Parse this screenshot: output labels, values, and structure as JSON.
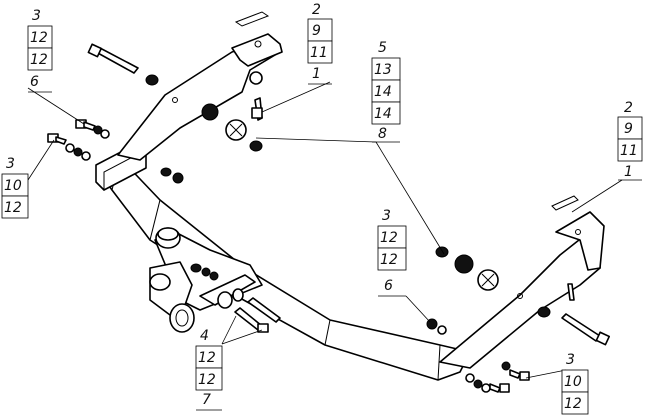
{
  "callouts": [
    {
      "id": "top-left",
      "values": [
        "3",
        "12",
        "12",
        "6"
      ]
    },
    {
      "id": "left",
      "values": [
        "3",
        "10",
        "12"
      ]
    },
    {
      "id": "top-middle",
      "values": [
        "2",
        "9",
        "11",
        "1"
      ]
    },
    {
      "id": "center",
      "values": [
        "5",
        "13",
        "14",
        "14",
        "8"
      ]
    },
    {
      "id": "right",
      "values": [
        "2",
        "9",
        "11",
        "1"
      ]
    },
    {
      "id": "middle",
      "values": [
        "3",
        "12",
        "12",
        "6"
      ]
    },
    {
      "id": "bottom-left",
      "values": [
        "4",
        "12",
        "12",
        "7"
      ]
    },
    {
      "id": "bottom-right",
      "values": [
        "3",
        "10",
        "12"
      ]
    }
  ]
}
